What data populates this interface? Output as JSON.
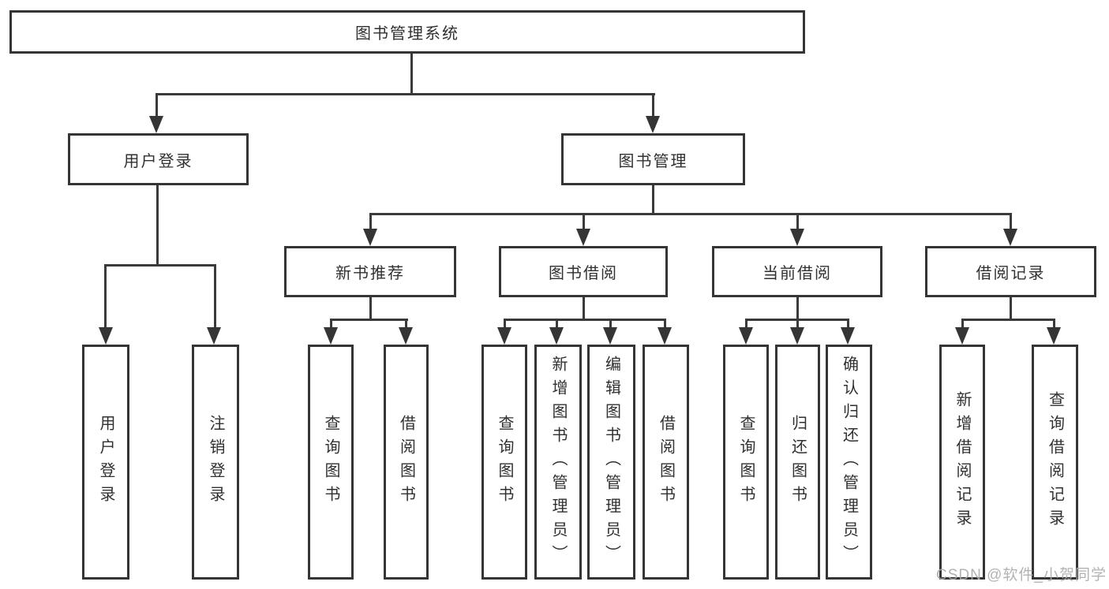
{
  "diagram": {
    "root": {
      "label": "图书管理系统"
    },
    "level2": [
      {
        "label": "用户登录"
      },
      {
        "label": "图书管理"
      }
    ],
    "level3": [
      {
        "label": "新书推荐"
      },
      {
        "label": "图书借阅"
      },
      {
        "label": "当前借阅"
      },
      {
        "label": "借阅记录"
      }
    ],
    "leaves": {
      "user_login": [
        "用户登录",
        "注销登录"
      ],
      "new_book_recommend": [
        "查询图书",
        "借阅图书"
      ],
      "book_borrow": [
        "查询图书",
        "新增图书（管理员）",
        "编辑图书（管理员）",
        "借阅图书"
      ],
      "current_borrow": [
        "查询图书",
        "归还图书",
        "确认归还（管理员）"
      ],
      "borrow_records": [
        "新增借阅记录",
        "查询借阅记录"
      ]
    },
    "watermark": "CSDN @软件_小贺同学",
    "colors": {
      "line": "#3a3a3a",
      "border": "#353535",
      "text": "#303030",
      "watermark": "#ababab",
      "background": "#ffffff"
    }
  }
}
